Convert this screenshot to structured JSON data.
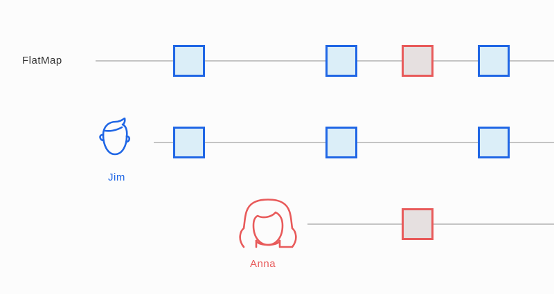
{
  "colors": {
    "jim": "#1f66e5",
    "anna": "#e85a5a",
    "jim_fill": "#dbeef8",
    "anna_fill": "#e6e0e0",
    "line": "#c4c4c4",
    "text": "#333333"
  },
  "rows": {
    "flatmap": {
      "label": "FlatMap",
      "marbles": [
        "jim",
        "jim",
        "anna",
        "jim"
      ]
    },
    "jim": {
      "label": "Jim",
      "icon": "male-avatar-icon",
      "marbles": [
        "jim",
        "jim",
        "jim"
      ]
    },
    "anna": {
      "label": "Anna",
      "icon": "female-avatar-icon",
      "marbles": [
        "anna"
      ]
    }
  }
}
